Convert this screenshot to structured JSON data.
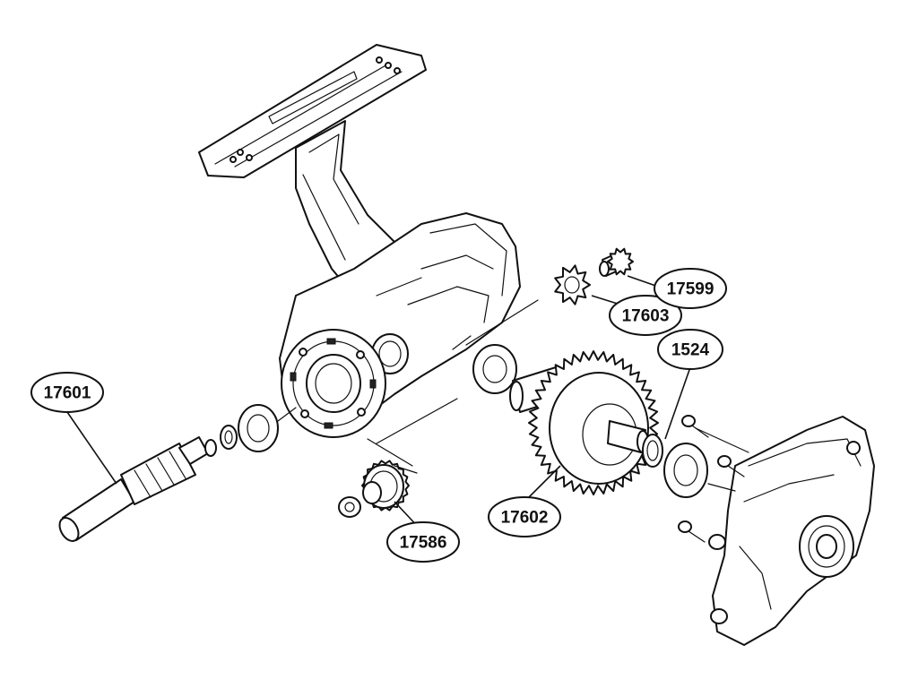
{
  "callouts": {
    "p17601": "17601",
    "p17586": "17586",
    "p17602": "17602",
    "p17603": "17603",
    "p17599": "17599",
    "p1524": "1524"
  },
  "colors": {
    "line": "#111111",
    "background": "#ffffff",
    "shade": "#d9d9d9"
  }
}
